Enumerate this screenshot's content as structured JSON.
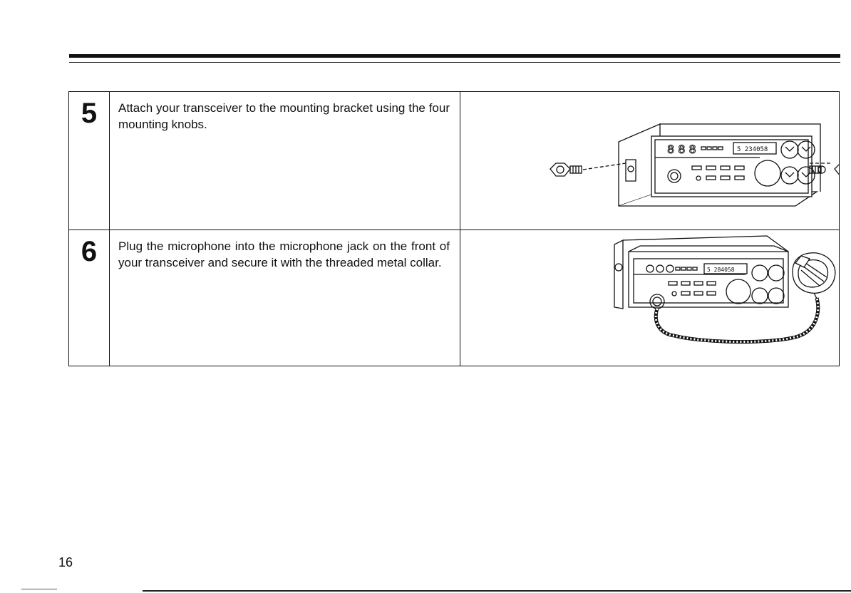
{
  "steps": [
    {
      "number": "5",
      "text": "Attach your transceiver to the mounting bracket using the four mounting knobs."
    },
    {
      "number": "6",
      "text": "Plug the microphone into the microphone jack on the front of your transceiver and secure it with the threaded metal collar."
    }
  ],
  "page_number": "16"
}
